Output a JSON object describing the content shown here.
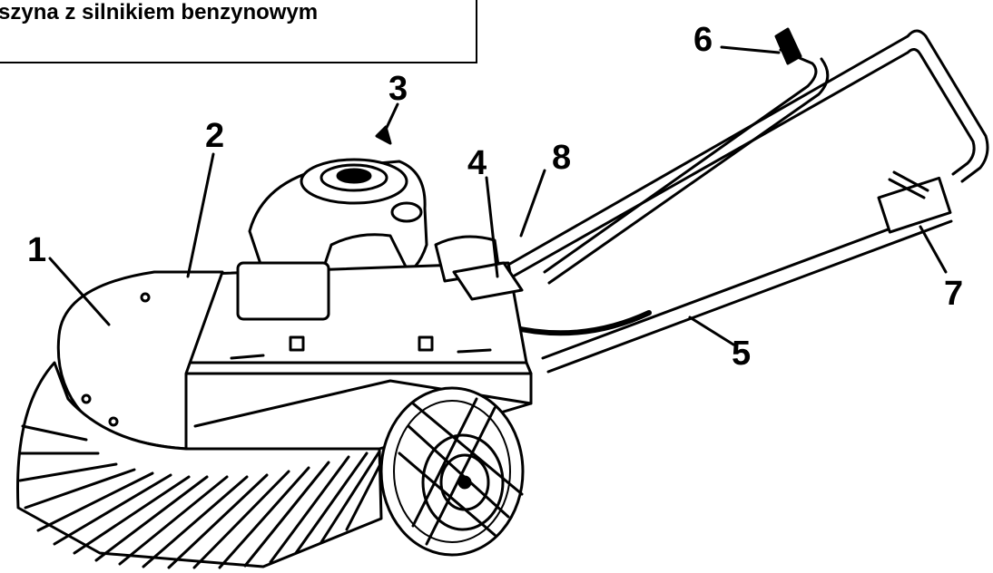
{
  "title": "szyna z silnikiem benzynowym",
  "callouts": {
    "c1": "1",
    "c2": "2",
    "c3": "3",
    "c4": "4",
    "c5": "5",
    "c6": "6",
    "c7": "7",
    "c8": "8"
  },
  "colors": {
    "ink": "#000000",
    "paper": "#ffffff"
  }
}
